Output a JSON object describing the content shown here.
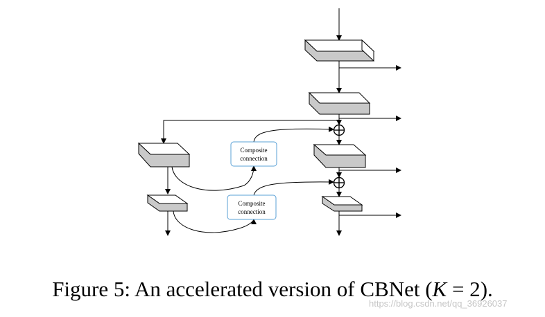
{
  "composite_connection_top": {
    "line1": "Composite",
    "line2": "connection"
  },
  "composite_connection_bottom": {
    "line1": "Composite",
    "line2": "connection"
  },
  "caption": {
    "prefix": "Figure 5: An accelerated version of CBNet (",
    "math": "K",
    "equals": " = 2",
    "suffix": ")."
  },
  "watermark": "https://blog.csdn.net/qq_36926037"
}
